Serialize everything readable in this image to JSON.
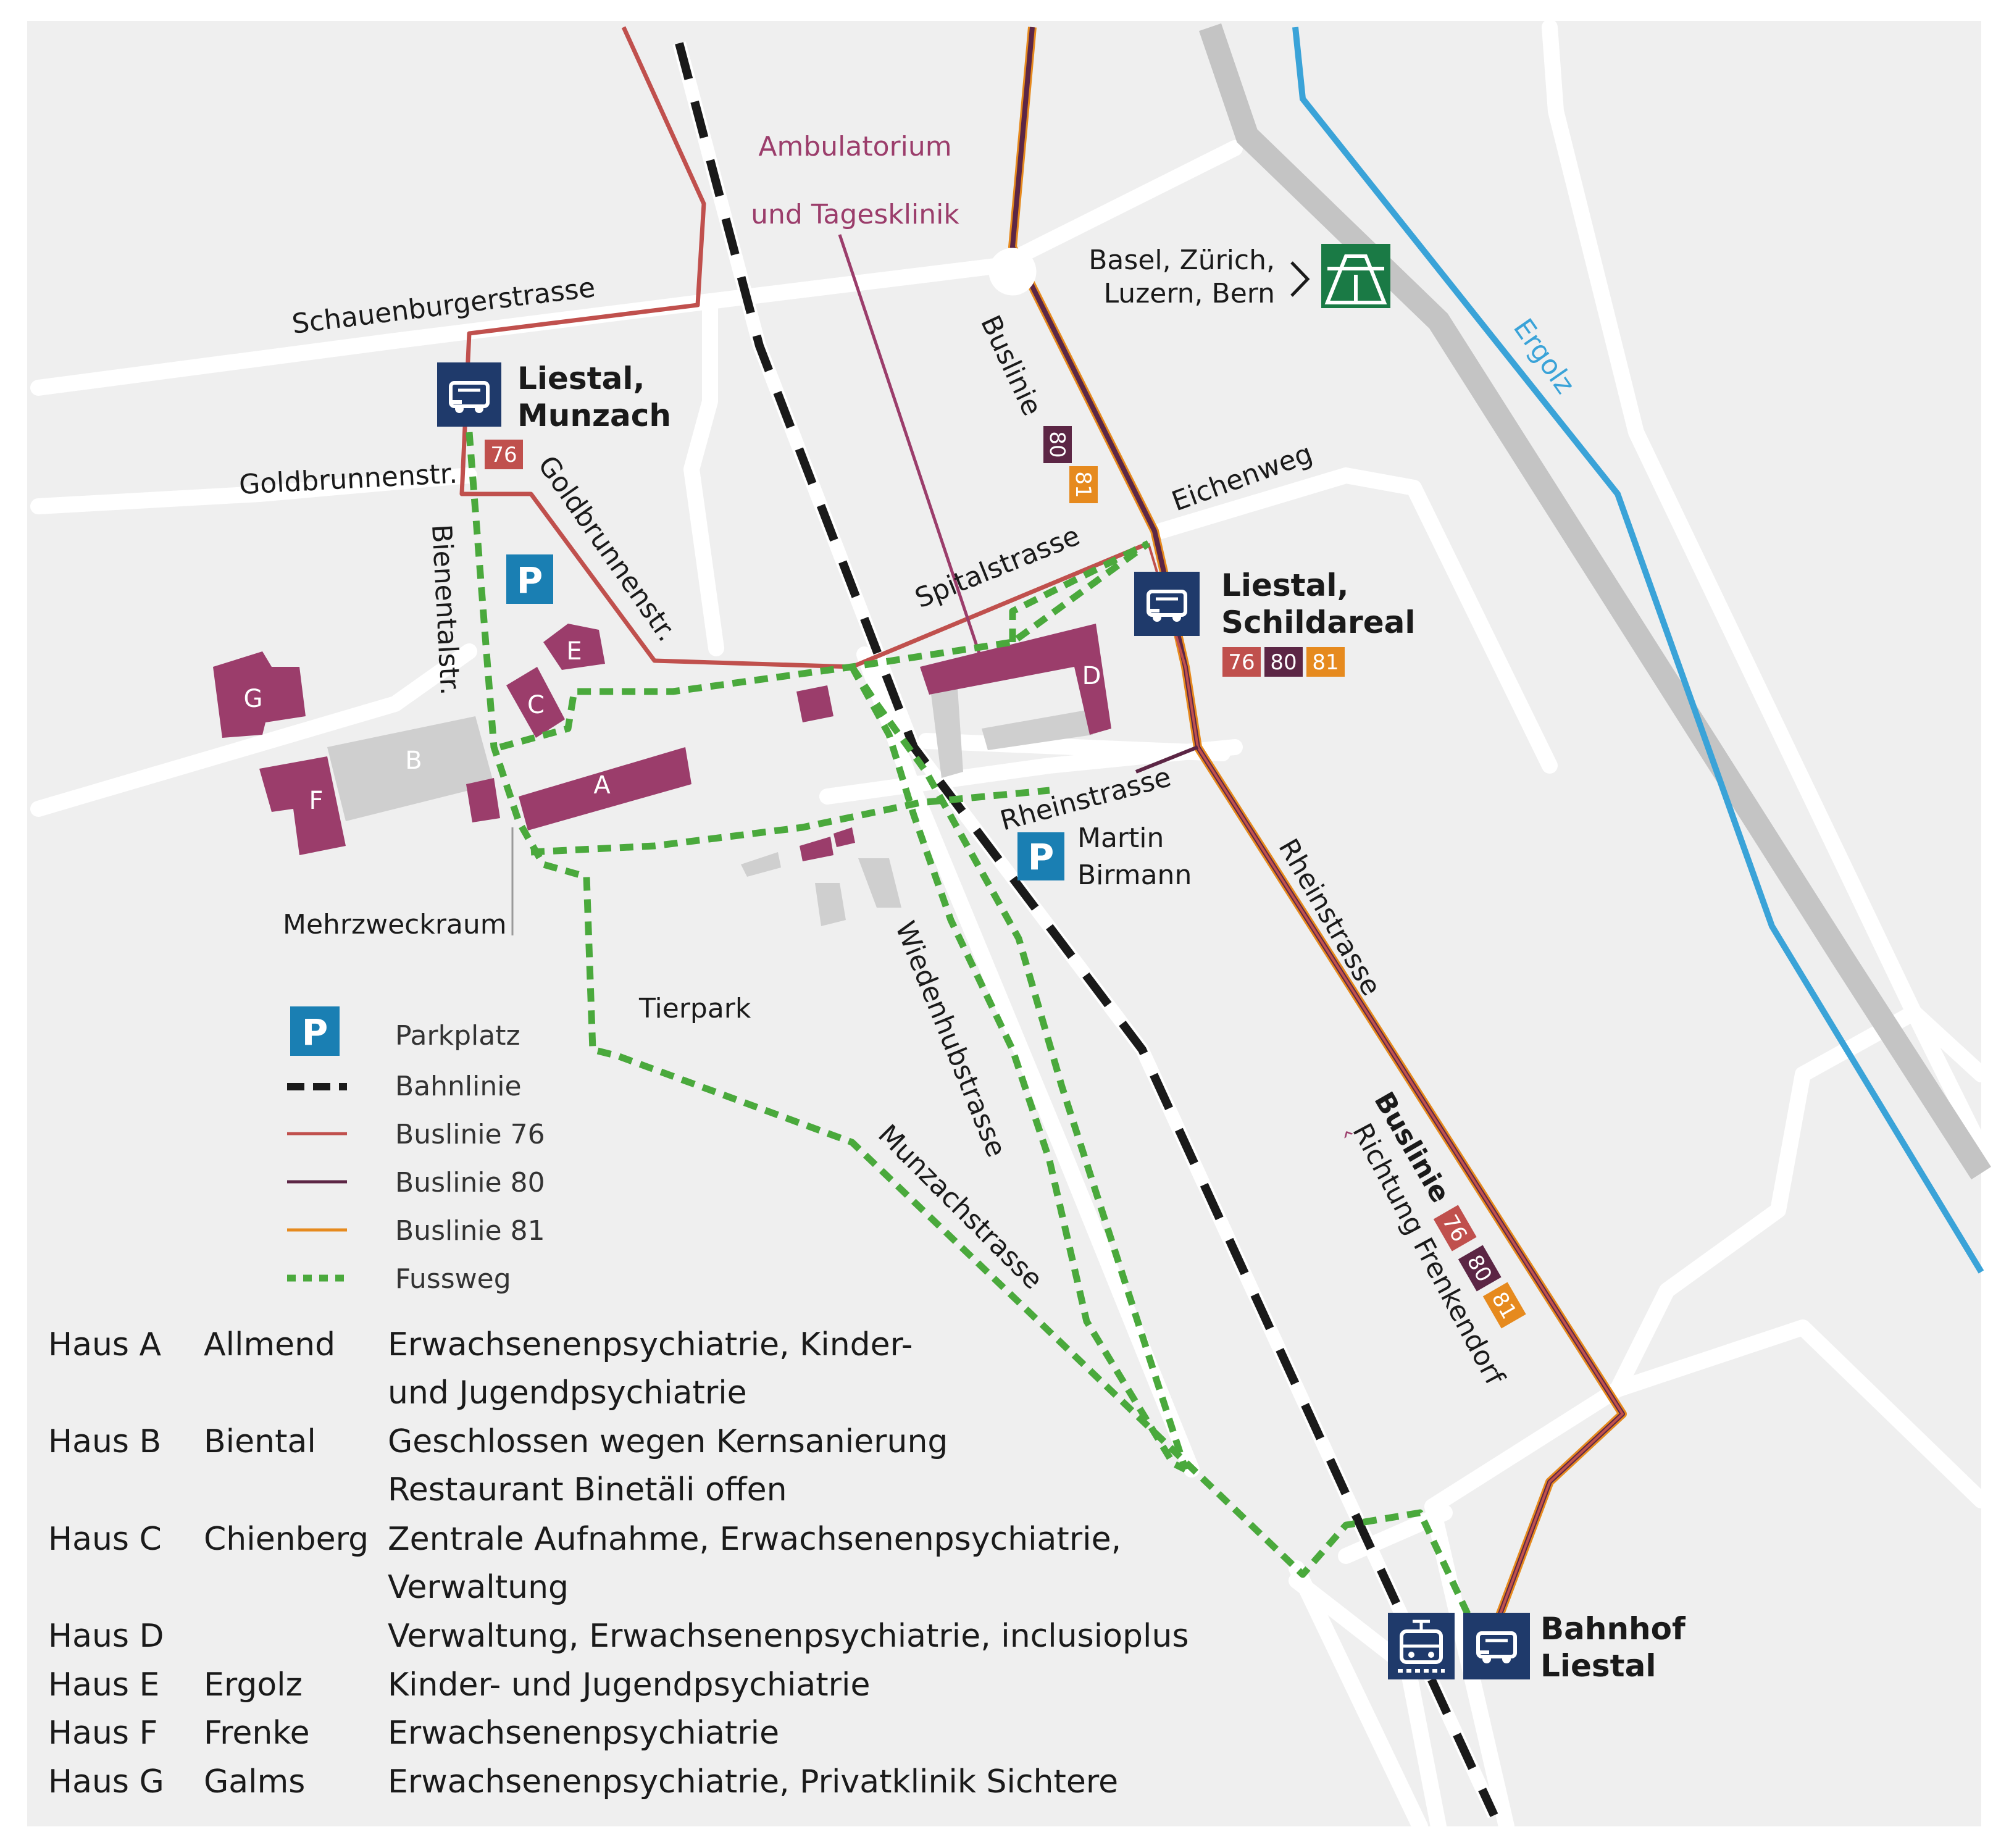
{
  "colors": {
    "background": "#efefef",
    "road": "#ffffff",
    "building": "#9b3d6b",
    "building_gray": "#cfcfcf",
    "rail": "#1a1a1a",
    "bus76": "#c0504d",
    "bus80": "#5c2645",
    "bus81": "#e68a1e",
    "footpath": "#4aa93c",
    "stop_blue": "#1f3a6b",
    "parking_blue": "#1a7fb3",
    "motorway_green": "#1a7a45",
    "river": "#3aa3d8",
    "ambulatorium": "#9b3d6b"
  },
  "labels": {
    "ambulatorium_line1": "Ambulatorium",
    "ambulatorium_line2": "und Tagesklinik",
    "motorway_line1": "Basel, Zürich,",
    "motorway_line2": "Luzern, Bern",
    "ergolz": "Ergolz",
    "tierpark": "Tierpark",
    "mehrzweckraum": "Mehrzweckraum",
    "parking_martin_line1": "Martin",
    "parking_martin_line2": "Birmann",
    "richtung": "Richtung Frenkendorf"
  },
  "streets": {
    "schauenburgerstrasse": "Schauenburgerstrasse",
    "goldbrunnenstr_h": "Goldbrunnenstr.",
    "goldbrunnenstr_d": "Goldbrunnenstr.",
    "bienentalstr": "Bienentalstr.",
    "spitalstrasse": "Spitalstrasse",
    "eichenweg": "Eichenweg",
    "rheinstrasse_small": "Rheinstrasse",
    "rheinstrasse_big": "Rheinstrasse",
    "wiedenhubstrasse": "Wiedenhubstrasse",
    "munzachstrasse": "Munzachstrasse",
    "buslinie_top": "Buslinie",
    "buslinie_bottom": "Buslinie"
  },
  "stops": {
    "munzach_line1": "Liestal,",
    "munzach_line2": "Munzach",
    "schildareal_line1": "Liestal,",
    "schildareal_line2": "Schildareal",
    "bahnhof_line1": "Bahnhof",
    "bahnhof_line2": "Liestal"
  },
  "bus_badges": {
    "munzach": [
      "76"
    ],
    "schildareal": [
      "76",
      "80",
      "81"
    ],
    "top_route": [
      "80",
      "81"
    ],
    "bottom_route": [
      "76",
      "80",
      "81"
    ]
  },
  "parking_symbol": "P",
  "houses": [
    "A",
    "B",
    "C",
    "D",
    "E",
    "F",
    "G"
  ],
  "legend": [
    {
      "symbol": "parking",
      "label": "Parkplatz"
    },
    {
      "symbol": "rail",
      "label": "Bahnlinie"
    },
    {
      "symbol": "bus76",
      "label": "Buslinie 76"
    },
    {
      "symbol": "bus80",
      "label": "Buslinie 80"
    },
    {
      "symbol": "bus81",
      "label": "Buslinie 81"
    },
    {
      "symbol": "footpath",
      "label": "Fussweg"
    }
  ],
  "house_table": [
    {
      "haus": "Haus A",
      "name": "Allmend",
      "lines": [
        "Erwachsenenpsychiatrie, Kinder-",
        "und Jugendpsychiatrie"
      ]
    },
    {
      "haus": "Haus B",
      "name": "Biental",
      "lines": [
        "Geschlossen wegen Kernsanierung",
        "Restaurant Binetäli offen"
      ]
    },
    {
      "haus": "Haus C",
      "name": "Chienberg",
      "lines": [
        "Zentrale Aufnahme, Erwachsenenpsychiatrie,",
        "Verwaltung"
      ]
    },
    {
      "haus": "Haus D",
      "name": "",
      "lines": [
        "Verwaltung, Erwachsenenpsychiatrie, inclusioplus"
      ]
    },
    {
      "haus": "Haus E",
      "name": "Ergolz",
      "lines": [
        "Kinder- und Jugendpsychiatrie"
      ]
    },
    {
      "haus": "Haus F",
      "name": "Frenke",
      "lines": [
        "Erwachsenenpsychiatrie"
      ]
    },
    {
      "haus": "Haus G",
      "name": "Galms",
      "lines": [
        "Erwachsenenpsychiatrie, Privatklinik Sichtere"
      ]
    }
  ]
}
